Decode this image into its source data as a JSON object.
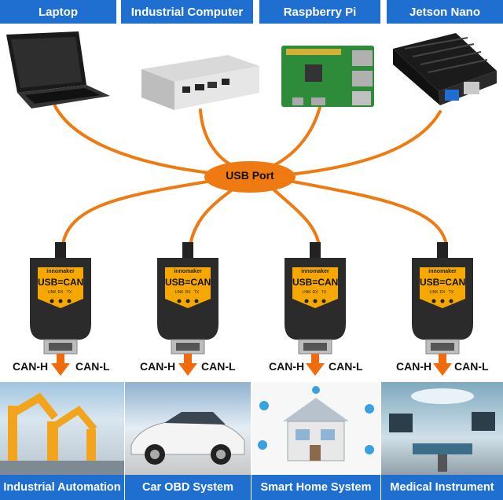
{
  "top_labels": [
    "Laptop",
    "Industrial Computer",
    "Raspberry Pi",
    "Jetson Nano"
  ],
  "hub": {
    "label": "USB Port"
  },
  "adapter": {
    "brand": "innomaker",
    "title": "USB=CAN",
    "leds": [
      "LINK",
      "RX",
      "TX"
    ]
  },
  "can_labels": {
    "high": "CAN-H",
    "low": "CAN-L"
  },
  "bottom_labels": [
    "Industrial Automation",
    "Car OBD System",
    "Smart Home System",
    "Medical Instrument"
  ],
  "colors": {
    "cable": "#f07a12",
    "banner": "#1f6fd1",
    "adapter_label": "#f6a800",
    "arrow": "#f06a0e"
  }
}
